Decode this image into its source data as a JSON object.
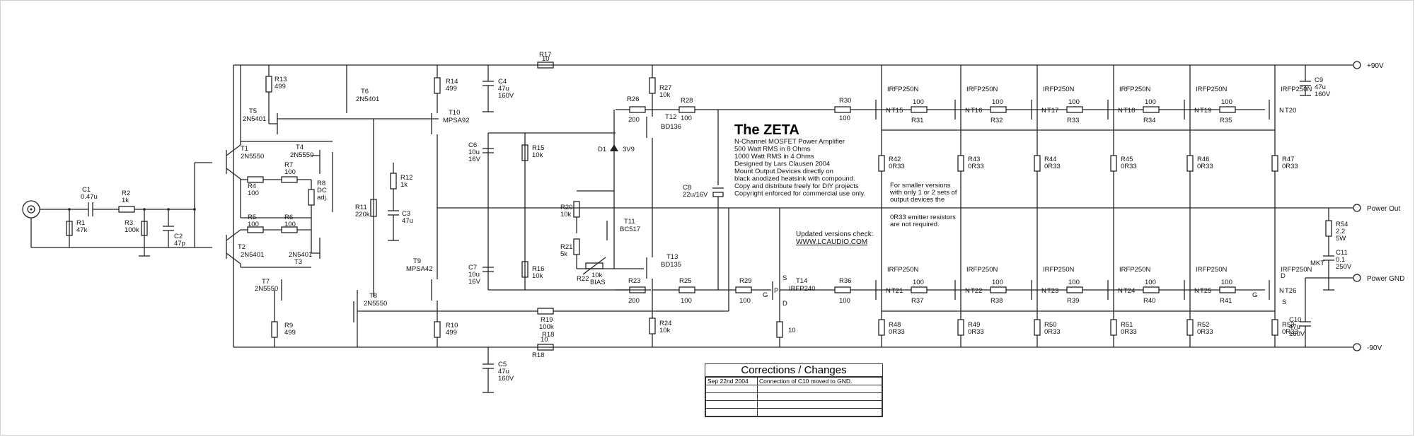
{
  "title": "The ZETA",
  "description": [
    "N-Channel MOSFET Power Amplifier",
    "500 Watt RMS in 8 Ohms",
    "1000 Watt RMS in 4 Ohms",
    "Designed by Lars Clausen 2004",
    "Mount Output Devices directly on",
    "black anodized heatsink with compound.",
    "Copy and distribute freely for DIY projects",
    "Copyright enforced for commercial use only."
  ],
  "note": [
    "For smaller versions",
    "with only 1 or 2 sets of",
    "output devices the",
    "0R33 emitter resistors",
    "are not required."
  ],
  "updates": {
    "text": "Updated versions check:",
    "link": "WWW.LCAUDIO.COM"
  },
  "rails": {
    "pos": "+90V",
    "out": "Power Out",
    "gnd": "Power GND",
    "neg": "-90V"
  },
  "corrections": {
    "title": "Corrections / Changes",
    "rows": [
      {
        "date": "Sep 22nd 2004",
        "text": "Connection of C10 moved to GND."
      },
      {
        "date": "",
        "text": ""
      },
      {
        "date": "",
        "text": ""
      },
      {
        "date": "",
        "text": ""
      },
      {
        "date": "",
        "text": ""
      }
    ]
  },
  "labels": {
    "R17": [
      "R17",
      "10"
    ],
    "R13": [
      "R13",
      "499"
    ],
    "T6": [
      "T6",
      "2N5401"
    ],
    "R14": [
      "R14",
      "499"
    ],
    "C4": [
      "C4",
      "47u",
      "160V"
    ],
    "T5": [
      "T5",
      "2N5401"
    ],
    "T10": [
      "T10",
      "MPSA92"
    ],
    "T1": [
      "T1",
      "2N5550"
    ],
    "T4": [
      "T4",
      "2N5550"
    ],
    "R4": [
      "R4",
      "100"
    ],
    "R7": [
      "R7",
      "100"
    ],
    "R8": [
      "R8",
      "DC",
      "adj."
    ],
    "R12": [
      "R12",
      "1k"
    ],
    "C3": [
      "C3",
      "47u"
    ],
    "R11": [
      "R11",
      "220k"
    ],
    "C1": [
      "C1",
      "0.47u"
    ],
    "R2": [
      "R2",
      "1k"
    ],
    "R1": [
      "R1",
      "47k"
    ],
    "R3": [
      "R3",
      "100k"
    ],
    "C2": [
      "C2",
      "47p"
    ],
    "R5": [
      "R5",
      "100"
    ],
    "R6": [
      "R6",
      "100"
    ],
    "T2": [
      "T2",
      "2N5401"
    ],
    "T3": [
      "T3",
      "2N5401"
    ],
    "T7": [
      "T7",
      "2N5550"
    ],
    "T8": [
      "T8",
      "2N5550"
    ],
    "T9": [
      "T9",
      "MPSA42"
    ],
    "R9": [
      "R9",
      "499"
    ],
    "R10": [
      "R10",
      "499"
    ],
    "C5": [
      "C5",
      "47u",
      "160V"
    ],
    "R19": [
      "R19",
      "100k"
    ],
    "R18": [
      "R18",
      "10",
      "R18"
    ],
    "C6": [
      "C6",
      "10u",
      "16V"
    ],
    "R15": [
      "R15",
      "10k"
    ],
    "C7": [
      "C7",
      "10u",
      "16V"
    ],
    "R16": [
      "R16",
      "10k"
    ],
    "R26": [
      "R26",
      "200"
    ],
    "R27": [
      "R27",
      "10k"
    ],
    "T12": [
      "T12",
      "BD136"
    ],
    "D1": [
      "D1",
      "3V9"
    ],
    "R20": [
      "R20",
      "10k"
    ],
    "T11": [
      "T11",
      "BC517"
    ],
    "R21": [
      "R21",
      "5k"
    ],
    "R22": [
      "R22",
      "10k",
      "BIAS"
    ],
    "T13": [
      "T13",
      "BD135"
    ],
    "R23": [
      "R23",
      "200"
    ],
    "R24": [
      "R24",
      "10k"
    ],
    "R25": [
      "R25",
      "100"
    ],
    "R28": [
      "R28",
      "100"
    ],
    "C8": [
      "C8",
      "22u/16V"
    ],
    "R29": [
      "R29",
      "100"
    ],
    "T14": [
      "T14",
      "IRFP240",
      "G",
      "S",
      "P",
      "D"
    ],
    "R10b": [
      "10"
    ],
    "R30": [
      "R30",
      "100"
    ],
    "R36": [
      "R36",
      "100"
    ],
    "C9": [
      "C9",
      "47u",
      "160V"
    ],
    "C10": [
      "C10",
      "47u",
      "160V"
    ],
    "R54": [
      "R54",
      "2.2",
      "5W"
    ],
    "C11": [
      "C11",
      "0.1",
      "250V",
      "MKT"
    ]
  },
  "top_stages": [
    {
      "t": "T15",
      "rg": "R31",
      "re": "R42",
      "rgv": "100"
    },
    {
      "t": "T16",
      "rg": "R32",
      "re": "R43",
      "rgv": "100"
    },
    {
      "t": "T17",
      "rg": "R33",
      "re": "R44",
      "rgv": "100"
    },
    {
      "t": "T18",
      "rg": "R34",
      "re": "R45",
      "rgv": "100"
    },
    {
      "t": "T19",
      "rg": "R35",
      "re": "R46",
      "rgv": "100"
    },
    {
      "t": "T20",
      "rg": "",
      "re": "R47",
      "rgv": ""
    }
  ],
  "bot_stages": [
    {
      "t": "T21",
      "rg": "R37",
      "re": "R48",
      "rgv": "100"
    },
    {
      "t": "T22",
      "rg": "R38",
      "re": "R49",
      "rgv": "100"
    },
    {
      "t": "T23",
      "rg": "R39",
      "re": "R50",
      "rgv": "100"
    },
    {
      "t": "T24",
      "rg": "R40",
      "re": "R51",
      "rgv": "100"
    },
    {
      "t": "T25",
      "rg": "R41",
      "re": "R52",
      "rgv": "100"
    },
    {
      "t": "T26",
      "rg": "",
      "re": "R53",
      "rgv": ""
    }
  ],
  "mosfet_type": "IRFP250N",
  "n_letter": "N",
  "g_letter": "G",
  "d_letter": "D",
  "s_letter": "S",
  "emitter_value": "0R33",
  "gate_value": "100"
}
